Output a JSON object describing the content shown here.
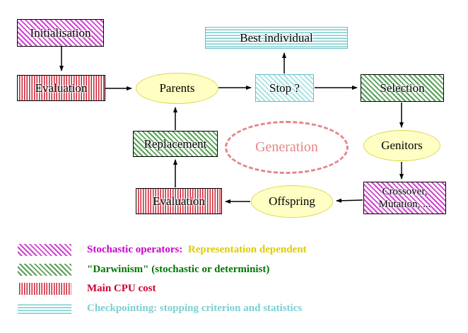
{
  "title": "Evolutionary algorithm generation cycle diagram",
  "nodes": {
    "initialisation": {
      "label": "Initialisation"
    },
    "best_individual": {
      "label": "Best individual"
    },
    "evaluation_top": {
      "label": "Evaluation"
    },
    "parents": {
      "label": "Parents"
    },
    "stop": {
      "label": "Stop ?"
    },
    "selection": {
      "label": "Selection"
    },
    "replacement": {
      "label": "Replacement"
    },
    "generation": {
      "label": "Generation"
    },
    "genitors": {
      "label": "Genitors"
    },
    "crossover_mutation": {
      "line1": "Crossover,",
      "line2": "Mutation, ..."
    },
    "offspring": {
      "label": "Offspring"
    },
    "evaluation_bottom": {
      "label": "Evaluation"
    }
  },
  "legend": [
    {
      "swatch": "magenta-diagonal-hatch",
      "text1": "Stochastic operators:",
      "text2": "  Representation dependent"
    },
    {
      "swatch": "green-diagonal-hatch",
      "text1": "\"Darwinism\" (stochastic or determinist)",
      "text2": ""
    },
    {
      "swatch": "red-vertical-stripes",
      "text1": "Main CPU cost",
      "text2": ""
    },
    {
      "swatch": "cyan-horizontal-stripes",
      "text1": "Checkpointing: stopping criterion and statistics",
      "text2": ""
    }
  ],
  "colors": {
    "stochastic_magenta": "#cc00cc",
    "representation_yellow": "#ddcc00",
    "darwinism_green": "#007700",
    "cpu_red": "#cc0033",
    "checkpoint_cyan": "#77cccc",
    "generation_salmon": "#e68585",
    "ellipse_fill": "#ffffc4"
  }
}
